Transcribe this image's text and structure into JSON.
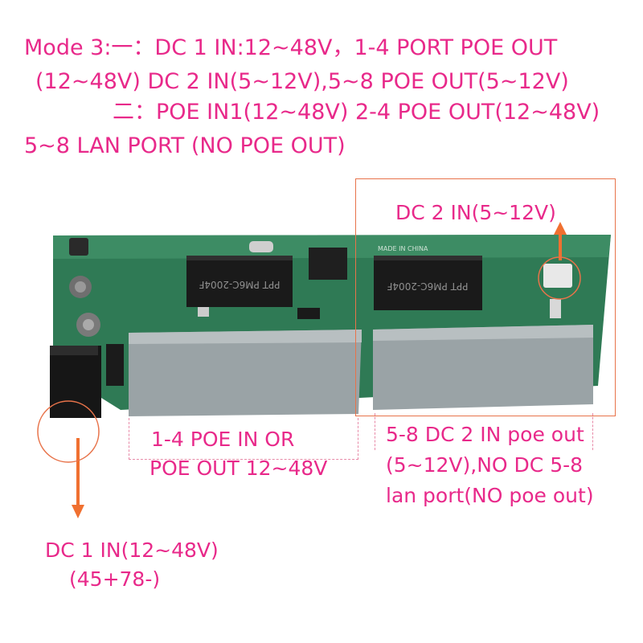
{
  "header": {
    "line1": "Mode 3:一：DC 1 IN:12~48V，1-4 PORT POE OUT",
    "line2": "(12~48V)  DC 2 IN(5~12V),5~8 POE OUT(5~12V)",
    "line3": "二：POE IN1(12~48V) 2-4 POE OUT(12~48V)",
    "line4": "5~8 LAN PORT (NO POE OUT)"
  },
  "labels": {
    "dc2_in": "DC 2 IN(5~12V)",
    "ports_1_4_l1": "1-4 POE IN OR",
    "ports_1_4_l2": "POE OUT 12~48V",
    "ports_5_8_l1": "5-8 DC 2 IN poe out",
    "ports_5_8_l2": "(5~12V),NO DC 5-8",
    "ports_5_8_l3": "lan port(NO poe out)",
    "dc1_in_l1": "DC 1 IN(12~48V)",
    "dc1_in_l2": "(45+78-)"
  },
  "board_markings": {
    "chip_left": "PPT  PM6C-2004F",
    "chip_right": "PPT  PM6C-2004F",
    "made_in": "MADE IN CHINA"
  },
  "colors": {
    "annotation_text": "#e8298a",
    "arrow": "#f07030",
    "box": "#e8734a",
    "pcb": "#2f7a55",
    "metal": "#9aa3a6"
  }
}
